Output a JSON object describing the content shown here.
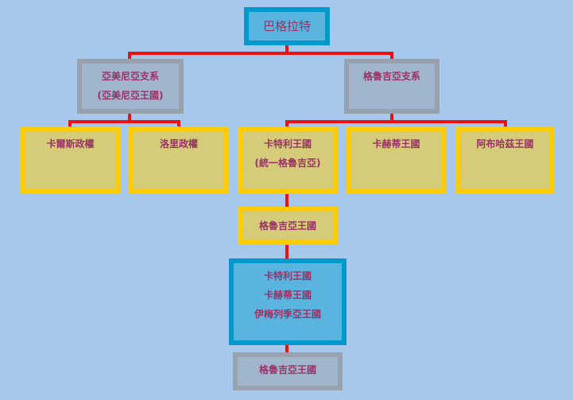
{
  "root": {
    "label": "巴格拉特"
  },
  "branches": [
    {
      "lines": [
        "亞美尼亞支系",
        "(亞美尼亞王國)"
      ]
    },
    {
      "lines": [
        "格魯吉亞支系"
      ]
    }
  ],
  "leaves": [
    {
      "label": "卡爾斯政權"
    },
    {
      "label": "洛里政權"
    },
    {
      "lines": [
        "卡特利王國",
        "(統一格魯吉亞)"
      ]
    },
    {
      "label": "卡赫蒂王國"
    },
    {
      "label": "阿布哈茲王國"
    }
  ],
  "unified": {
    "label": "格魯吉亞王國"
  },
  "split": {
    "lines": [
      "卡特利王國",
      "卡赫蒂王國",
      "伊梅列季亞王國"
    ]
  },
  "reunified": {
    "label": "格魯吉亞王國"
  }
}
